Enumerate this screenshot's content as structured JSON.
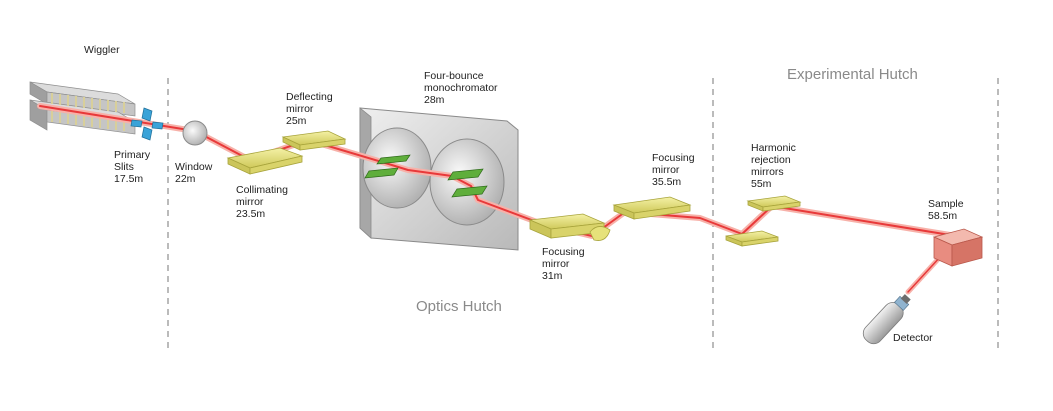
{
  "colors": {
    "beam": "#e8393a",
    "beam_glow": "#f7b1a9",
    "mirror": "#e6e27a",
    "mirror_edge": "#a8a43c",
    "crystal": "#5fae3b",
    "slit": "#3aa3d8",
    "housing": "#d4d4d4",
    "wiggler": "#b9b9b9",
    "wiggler_stripe": "#d8cf9a",
    "sample": "#e88c80",
    "divider": "#777777",
    "hutch_text": "#8a8a8a"
  },
  "hutches": {
    "optics": "Optics Hutch",
    "experimental": "Experimental Hutch"
  },
  "components": {
    "wiggler": {
      "lines": [
        "Wiggler"
      ],
      "icon": "wiggler-icon"
    },
    "primary_slits": {
      "lines": [
        "Primary",
        "Slits",
        "17.5m"
      ],
      "icon": "slits-icon"
    },
    "window": {
      "lines": [
        "Window",
        "22m"
      ],
      "icon": "window-icon"
    },
    "collimating_mirror": {
      "lines": [
        "Collimating",
        "mirror",
        "23.5m"
      ],
      "icon": "mirror-icon"
    },
    "deflecting_mirror": {
      "lines": [
        "Deflecting",
        "mirror",
        "25m"
      ],
      "icon": "mirror-icon"
    },
    "monochromator": {
      "lines": [
        "Four-bounce",
        "monochromator",
        "28m"
      ],
      "icon": "monochromator-icon"
    },
    "focusing_mirror_31": {
      "lines": [
        "Focusing",
        "mirror",
        "31m"
      ],
      "icon": "mirror-icon"
    },
    "focusing_mirror_35": {
      "lines": [
        "Focusing",
        "mirror",
        "35.5m"
      ],
      "icon": "mirror-icon"
    },
    "harmonic_mirrors": {
      "lines": [
        "Harmonic",
        "rejection",
        "mirrors",
        "55m"
      ],
      "icon": "mirror-icon"
    },
    "sample": {
      "lines": [
        "Sample",
        "58.5m"
      ],
      "icon": "sample-cube-icon"
    },
    "detector": {
      "lines": [
        "Detector"
      ],
      "icon": "detector-icon"
    }
  }
}
